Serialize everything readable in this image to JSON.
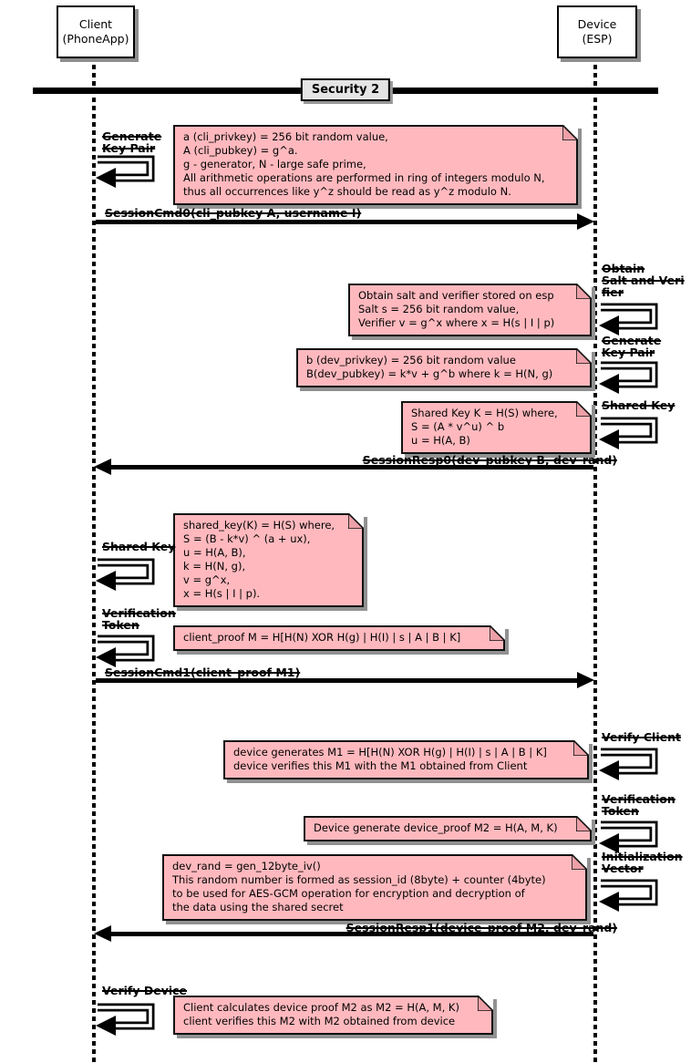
{
  "participants": {
    "client": {
      "label": "Client\n(PhoneApp)"
    },
    "device": {
      "label": "Device\n(ESP)"
    }
  },
  "divider": {
    "label": "Security 2"
  },
  "self_messages": [
    {
      "side": "client",
      "label": "Generate\nKey Pair"
    },
    {
      "side": "device",
      "label": "Obtain\nSalt and Veri\nfier"
    },
    {
      "side": "device",
      "label": "Generate\nKey Pair"
    },
    {
      "side": "device",
      "label": "Shared Key"
    },
    {
      "side": "client",
      "label": "Shared Key"
    },
    {
      "side": "client",
      "label": "Verification\nToken"
    },
    {
      "side": "device",
      "label": "Verify Client"
    },
    {
      "side": "device",
      "label": "Verification\nToken"
    },
    {
      "side": "device",
      "label": "Initialization\nVector"
    },
    {
      "side": "client",
      "label": "Verify Device"
    }
  ],
  "messages": [
    {
      "from": "client",
      "to": "device",
      "label": "SessionCmd0(cli_pubkey A, username I)"
    },
    {
      "from": "device",
      "to": "client",
      "label": "SessionResp0(dev_pubkey B, dev_rand)"
    },
    {
      "from": "client",
      "to": "device",
      "label": "SessionCmd1(client_proof M1)"
    },
    {
      "from": "device",
      "to": "client",
      "label": "SessionResp1(device_proof M2, dev_rand)"
    }
  ],
  "notes": [
    {
      "text": "a (cli_privkey) = 256 bit random value,\nA (cli_pubkey) = g^a.\ng - generator, N - large safe prime,\nAll arithmetic operations are performed in ring of integers modulo N,\nthus all occurrences like y^z should be read as y^z modulo N."
    },
    {
      "text": "Obtain salt and verifier stored on esp\nSalt s = 256 bit random value,\nVerifier v = g^x where x = H(s | I | p)"
    },
    {
      "text": "b (dev_privkey) = 256 bit random value\nB(dev_pubkey) = k*v + g^b where k = H(N, g)"
    },
    {
      "text": "Shared Key K = H(S) where,\nS = (A * v^u) ^ b\nu = H(A, B)"
    },
    {
      "text": "shared_key(K) = H(S) where,\nS = (B - k*v) ^ (a + ux),\nu = H(A, B),\nk = H(N, g),\nv = g^x,\nx = H(s | I | p)."
    },
    {
      "text": "client_proof M = H[H(N) XOR H(g) | H(I) | s | A | B | K]"
    },
    {
      "text": "device generates M1 = H[H(N) XOR H(g) | H(I) | s | A | B | K]\ndevice verifies this M1 with the M1 obtained from Client"
    },
    {
      "text": "Device generate device_proof M2 = H(A, M, K)"
    },
    {
      "text": "dev_rand = gen_12byte_iv()\nThis random number is formed as session_id (8byte) + counter (4byte)\nto be used for AES-GCM operation for encryption and decryption of\nthe data using the shared secret"
    },
    {
      "text": "Client calculates device proof M2 as M2 = H(A, M, K)\nclient verifies this M2 with M2 obtained from device"
    }
  ],
  "colors": {
    "note_bg": "#ffb9be",
    "line": "#000000",
    "shadow": "#919191"
  }
}
